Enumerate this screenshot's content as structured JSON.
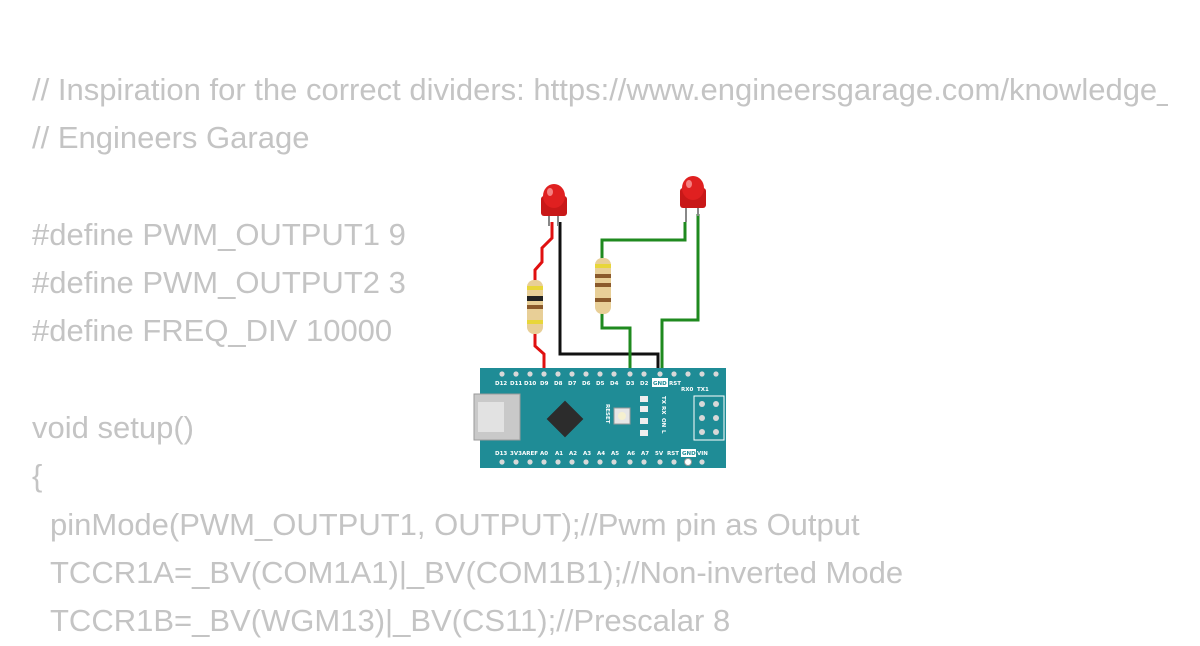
{
  "code": {
    "lines": [
      "// Inspiration for the correct dividers: https://www.engineersgarage.com/knowledge_zone/generating-pwm-using-avr",
      "// Engineers Garage",
      "",
      "#define PWM_OUTPUT1 9",
      "#define PWM_OUTPUT2 3",
      "#define FREQ_DIV 10000",
      "",
      "void setup()",
      "{",
      "pinMode(PWM_OUTPUT1, OUTPUT);//Pwm pin as Output",
      "TCCR1A=_BV(COM1A1)|_BV(COM1B1);//Non-inverted Mode",
      "TCCR1B=_BV(WGM13)|_BV(CS11);//Prescalar 8"
    ]
  },
  "board": {
    "top_pins": [
      "D12",
      "D11",
      "D10",
      "D9",
      "D8",
      "D7",
      "D6",
      "D5",
      "D4",
      "D3",
      "D2",
      "GND",
      "RST"
    ],
    "bottom_pins": [
      "D13",
      "3V3",
      "AREF",
      "A0",
      "A1",
      "A2",
      "A3",
      "A4",
      "A5",
      "A6",
      "A7",
      "5V",
      "RST",
      "GND",
      "VIN"
    ],
    "serial": [
      "RX0",
      "TX1"
    ],
    "reset_label": "RESET",
    "leds_labels": [
      "TX",
      "RX",
      "ON",
      "L"
    ]
  },
  "colors": {
    "code_text": "#c4c4c4",
    "board": "#1f8c96",
    "wire_red": "#e01010",
    "wire_black": "#111111",
    "wire_green": "#1f8a1f",
    "led_red": "#e02020"
  }
}
